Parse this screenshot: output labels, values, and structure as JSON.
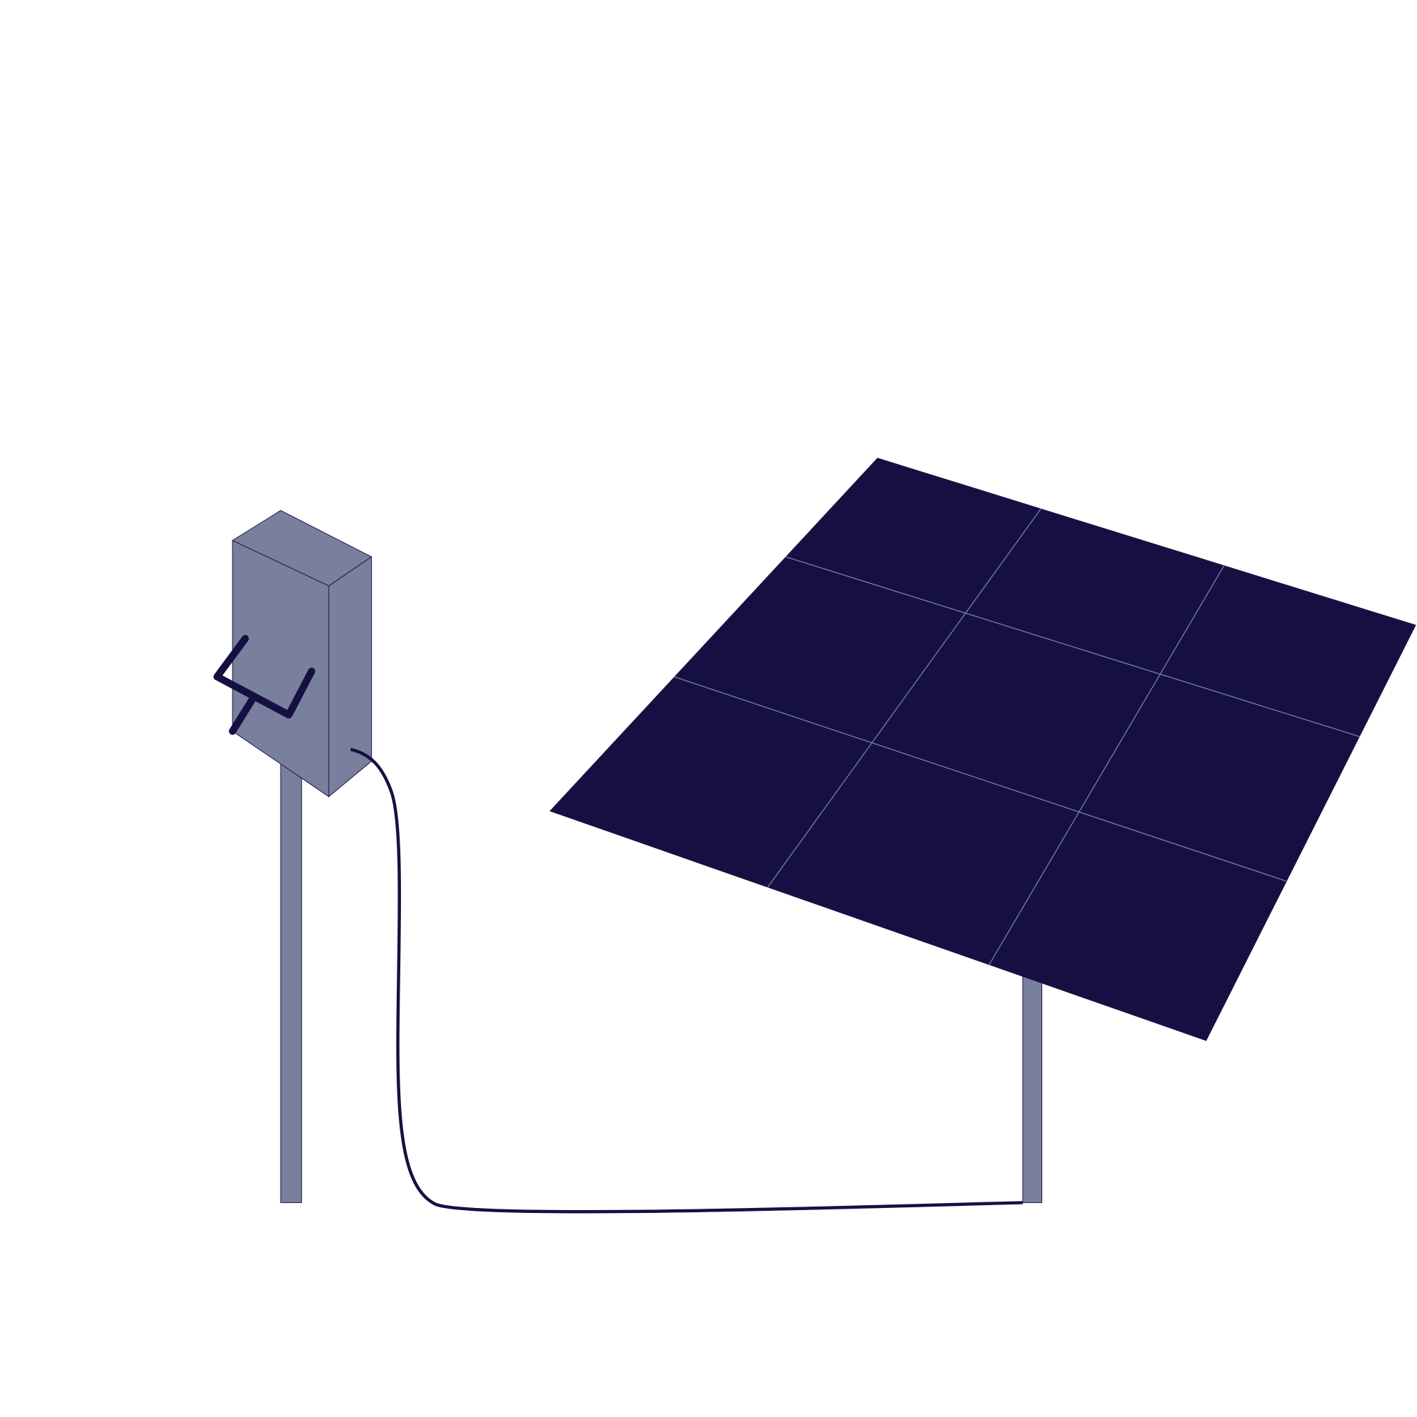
{
  "colors": {
    "panel": "#161042",
    "panel_grid": "#7a7fa8",
    "metal": "#78809e",
    "outline": "#1e1a4e",
    "cable": "#161042",
    "background": "#ffffff"
  },
  "icons": [
    "solar-panel",
    "inverter-box",
    "antenna",
    "cable",
    "pole"
  ]
}
